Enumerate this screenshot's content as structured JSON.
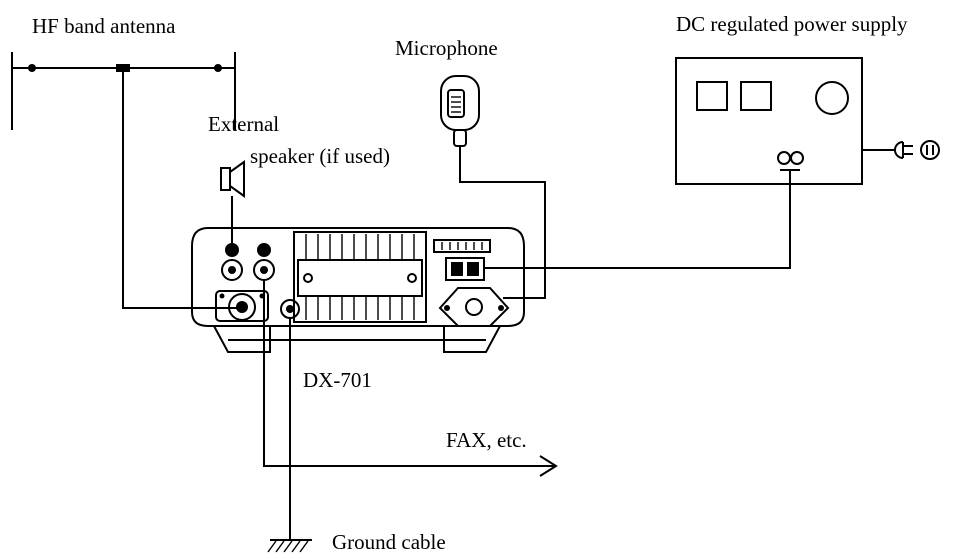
{
  "labels": {
    "antenna": "HF band antenna",
    "microphone": "Microphone",
    "power_supply": "DC regulated power supply",
    "speaker_line1": "External",
    "speaker_line2": "speaker (if used)",
    "radio": "DX-701",
    "fax": "FAX, etc.",
    "ground": "Ground cable"
  },
  "colors": {
    "ink": "#000000",
    "background": "#ffffff"
  },
  "icons": [
    "speaker-icon",
    "microphone-icon",
    "power-plug-icon",
    "ground-symbol-icon"
  ]
}
